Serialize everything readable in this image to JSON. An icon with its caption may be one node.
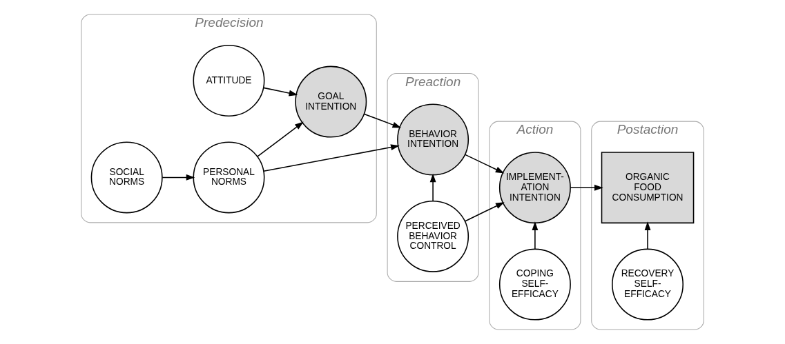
{
  "diagram": {
    "nodes": [
      {
        "text": [
          "Predecision"
        ]
      },
      {
        "text": [
          "SOCIAL NORMS"
        ],
        "in": 0
      },
      {
        "text": [
          "PERSONAL NORMS"
        ],
        "in": 0
      },
      {
        "text": [
          "GOAL INTENTION"
        ],
        "in": 0
      },
      {
        "text": [
          "ATTITUDE"
        ],
        "in": 0
      },
      {
        "text": [
          "Preaction"
        ]
      },
      {
        "text": [
          "BEHAVIOR INTENTION"
        ],
        "in": 5
      },
      {
        "text": [
          "PERCEIVED BEHAVIOR CONTROL"
        ],
        "in": 5
      },
      {
        "text": [
          "Action"
        ]
      },
      {
        "text": [
          "IMPLEMENT- ATION INTENTION"
        ],
        "in": 8
      },
      {
        "text": [
          "COPING SELF- EFFICACY"
        ],
        "in": 8
      },
      {
        "text": [
          "Postaction"
        ]
      },
      {
        "text": [
          "ORGANIC FOOD CONSUMPTION"
        ],
        "in": 11
      },
      {
        "text": [
          "RECOVERY SELF- EFFICACY"
        ],
        "in": 11
      }
    ],
    "edges": [
      {
        "from": 1,
        "to": 2,
        "arrow": "to"
      },
      {
        "from": 2,
        "to": 3,
        "arrow": "to"
      },
      {
        "from": 2,
        "to": 6,
        "arrow": "to"
      },
      {
        "from": 4,
        "to": 3,
        "arrow": "to"
      },
      {
        "from": 3,
        "to": 6,
        "arrow": "to"
      },
      {
        "from": 7,
        "to": 6,
        "arrow": "to"
      },
      {
        "from": 7,
        "to": 9,
        "arrow": "to"
      },
      {
        "from": 6,
        "to": 9,
        "arrow": "to"
      },
      {
        "from": 10,
        "to": 9,
        "arrow": "to"
      },
      {
        "from": 9,
        "to": 12,
        "arrow": "to"
      },
      {
        "from": 13,
        "to": 12,
        "arrow": "to"
      }
    ]
  }
}
